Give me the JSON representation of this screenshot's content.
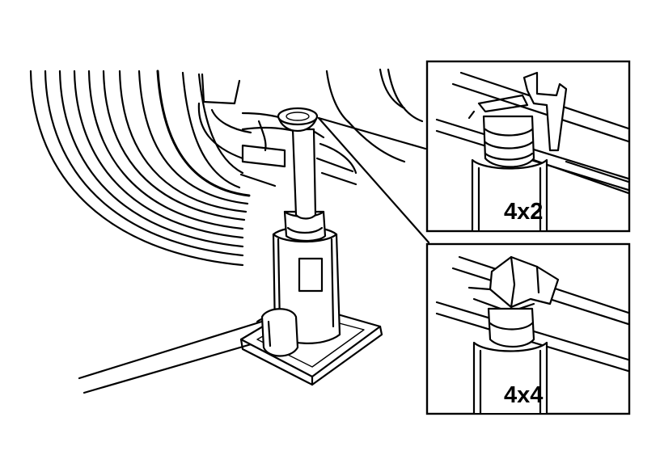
{
  "diagram": {
    "insets": [
      {
        "id": "inset-top",
        "label": "4x2"
      },
      {
        "id": "inset-bottom",
        "label": "4x4"
      }
    ]
  }
}
